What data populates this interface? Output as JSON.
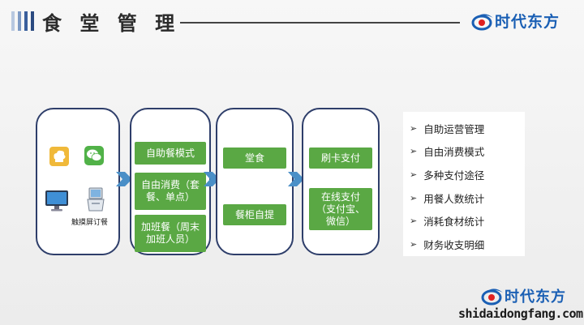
{
  "header": {
    "title": "食 堂 管 理",
    "logo_text": "时代东方"
  },
  "channels": {
    "kiosk_label": "触摸屏订餐"
  },
  "groups": {
    "modes": [
      "自助餐模式",
      "自由消费（套餐、单点）",
      "加班餐（周末加班人员）"
    ],
    "dining": [
      "堂食",
      "餐柜自提"
    ],
    "payment": [
      "刷卡支付",
      "在线支付（支付宝、微信）"
    ]
  },
  "features": [
    "自助运营管理",
    "自由消费模式",
    "多种支付途径",
    "用餐人数统计",
    "消耗食材统计",
    "财务收支明细"
  ],
  "footer": {
    "logo_text": "时代东方",
    "url": "shidaidongfang.com"
  },
  "colors": {
    "accent_green": "#5aa844",
    "arrow_blue": "#4a8fc7",
    "border_navy": "#2e3e6a",
    "brand_blue": "#1a5fb4",
    "bar_light": "#9bb3d4",
    "bar_dark": "#3a5f9c"
  }
}
